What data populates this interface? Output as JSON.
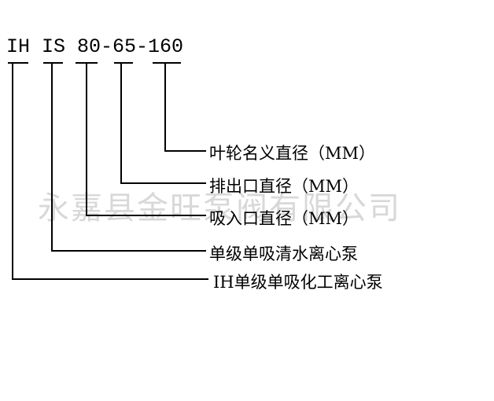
{
  "model": {
    "code_text": "IH IS 80-65-160",
    "segments": [
      {
        "id": "ih",
        "text": "IH",
        "description": "IH单级单吸化工离心泵"
      },
      {
        "id": "is",
        "text": "IS",
        "description": "单级单吸清水离心泵"
      },
      {
        "id": "inlet",
        "text": "80",
        "description": "吸入口直径（MM）"
      },
      {
        "id": "outlet",
        "text": "65",
        "description": "排出口直径（MM）"
      },
      {
        "id": "impeller",
        "text": "160",
        "description": "叶轮名义直径（MM）"
      }
    ]
  },
  "watermark": "永嘉县金旺泵阀有限公司",
  "colors": {
    "ink": "#000000",
    "watermark": "#d8d8d8",
    "background": "#ffffff"
  }
}
